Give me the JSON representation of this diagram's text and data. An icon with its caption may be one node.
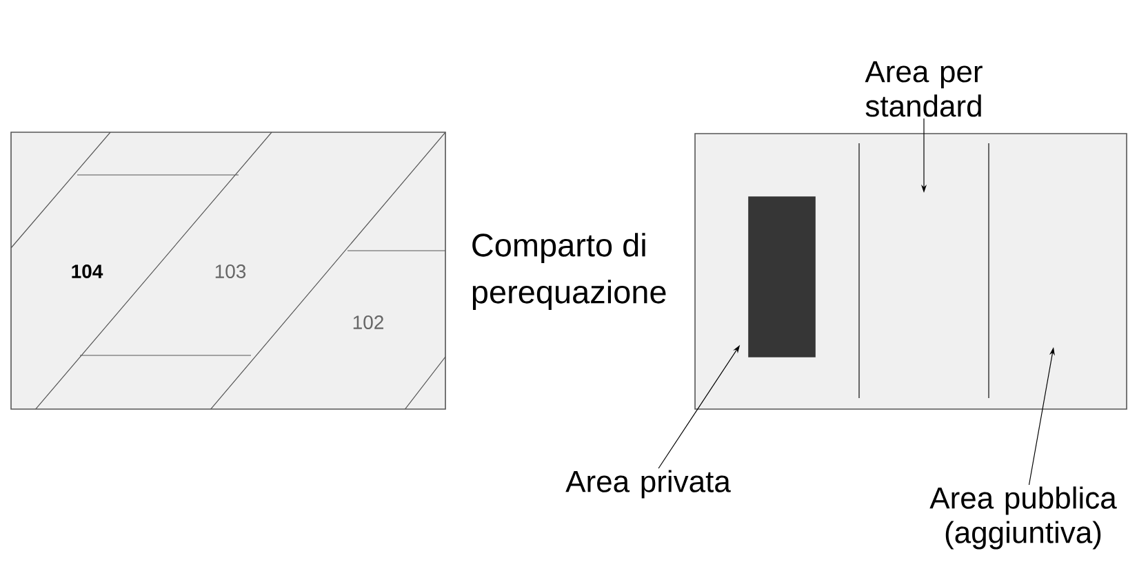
{
  "diagram": {
    "nodes": [
      {
        "text": [],
        "shape": "box"
      },
      {
        "text": [
          "Comparto di perequazione"
        ]
      },
      {
        "text": [],
        "shape": "box",
        "in": 1
      },
      {
        "text": [
          "Area per standard"
        ]
      },
      {
        "text": [
          "Area privata"
        ]
      },
      {
        "text": [
          "Area pubblica (aggiuntiva)"
        ]
      }
    ],
    "edges": [
      {
        "from": 3,
        "to": null,
        "arrow": "to"
      },
      {
        "from": 4,
        "to": 2,
        "arrow": "to"
      },
      {
        "from": 5,
        "to": null,
        "arrow": "to"
      }
    ],
    "labels": [
      "104",
      "103",
      "102"
    ]
  }
}
